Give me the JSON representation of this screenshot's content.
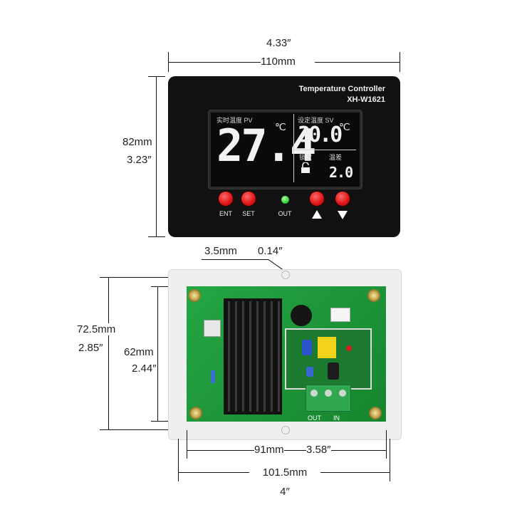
{
  "dimensions": {
    "front_width_in": "4.33″",
    "front_width_mm": "110mm",
    "front_height_mm": "82mm",
    "front_height_in": "3.23″",
    "plate_thickness_mm": "3.5mm",
    "plate_thickness_in": "0.14″",
    "back_outer_height_mm": "72.5mm",
    "back_outer_height_in": "2.85″",
    "back_inner_height_mm": "62mm",
    "back_inner_height_in": "2.44″",
    "back_inner_width_mm": "91mm",
    "back_inner_width_in": "3.58″",
    "back_outer_width_mm": "101.5mm",
    "back_outer_width_in": "4″"
  },
  "panel": {
    "title": "Temperature Controller",
    "model": "XH-W1621",
    "pv_label": "实时温度 PV",
    "sv_label": "设定温度 SV",
    "pv_value": "27.4",
    "sv_value": "30.0",
    "unit": "℃",
    "lock_label": "锁定",
    "diff_label": "温差",
    "diff_value": "2.0",
    "buttons": [
      "ENT",
      "SET",
      "OUT"
    ]
  },
  "board": {
    "terminal_out": "OUT",
    "terminal_in": "IN"
  }
}
